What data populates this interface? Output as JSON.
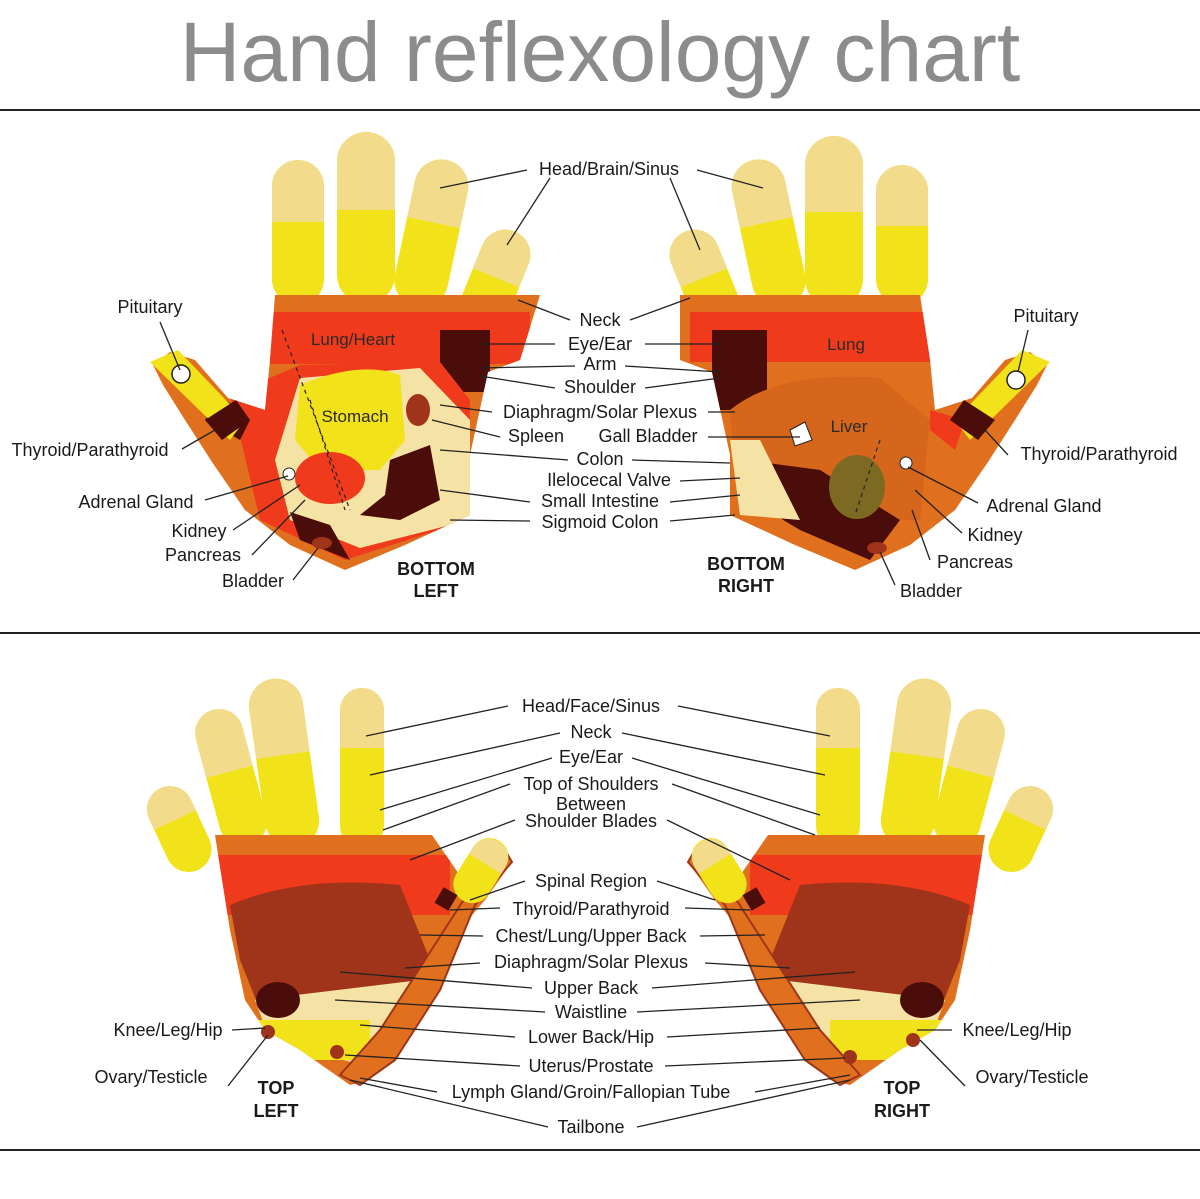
{
  "title": "Hand reflexology chart",
  "colors": {
    "light_yellow": "#f2dc8c",
    "yellow": "#f2e21a",
    "orange": "#e0701e",
    "red": "#ef3a1c",
    "dark_brown": "#4a0d0a",
    "brown": "#a0341a",
    "liver": "#d5661c",
    "olive": "#7c6a22",
    "pale": "#f4e3a4",
    "title_gray": "#8c8c8c"
  },
  "bottom": {
    "corner_left": [
      "BOTTOM",
      "LEFT"
    ],
    "corner_right": [
      "BOTTOM",
      "RIGHT"
    ],
    "hand_labels": {
      "lung_heart": "Lung/Heart",
      "stomach": "Stomach",
      "lung": "Lung",
      "liver": "Liver"
    },
    "labels": {
      "head": "Head/Brain/Sinus",
      "neck": "Neck",
      "eye_ear": "Eye/Ear",
      "arm": "Arm",
      "shoulder": "Shoulder",
      "diaphragm": "Diaphragm/Solar Plexus",
      "spleen": "Spleen",
      "gall": "Gall Bladder",
      "colon": "Colon",
      "ileo": "Ilelocecal Valve",
      "small_int": "Small Intestine",
      "sigmoid": "Sigmoid Colon",
      "pituitary_l": "Pituitary",
      "thyroid_l": "Thyroid/Parathyroid",
      "adrenal_l": "Adrenal Gland",
      "kidney_l": "Kidney",
      "pancreas_l": "Pancreas",
      "bladder_l": "Bladder",
      "pituitary_r": "Pituitary",
      "thyroid_r": "Thyroid/Parathyroid",
      "adrenal_r": "Adrenal Gland",
      "kidney_r": "Kidney",
      "pancreas_r": "Pancreas",
      "bladder_r": "Bladder"
    }
  },
  "top": {
    "corner_left": [
      "TOP",
      "LEFT"
    ],
    "corner_right": [
      "TOP",
      "RIGHT"
    ],
    "labels": {
      "head": "Head/Face/Sinus",
      "neck": "Neck",
      "eye_ear": "Eye/Ear",
      "top_shoulders": "Top of Shoulders",
      "between1": "Between",
      "between2": "Shoulder Blades",
      "spinal": "Spinal Region",
      "thyroid": "Thyroid/Parathyroid",
      "chest": "Chest/Lung/Upper Back",
      "diaphragm": "Diaphragm/Solar Plexus",
      "upper_back": "Upper Back",
      "waist": "Waistline",
      "lower_back": "Lower Back/Hip",
      "uterus": "Uterus/Prostate",
      "lymph": "Lymph Gland/Groin/Fallopian Tube",
      "tailbone": "Tailbone",
      "knee_l": "Knee/Leg/Hip",
      "ovary_l": "Ovary/Testicle",
      "knee_r": "Knee/Leg/Hip",
      "ovary_r": "Ovary/Testicle"
    }
  }
}
